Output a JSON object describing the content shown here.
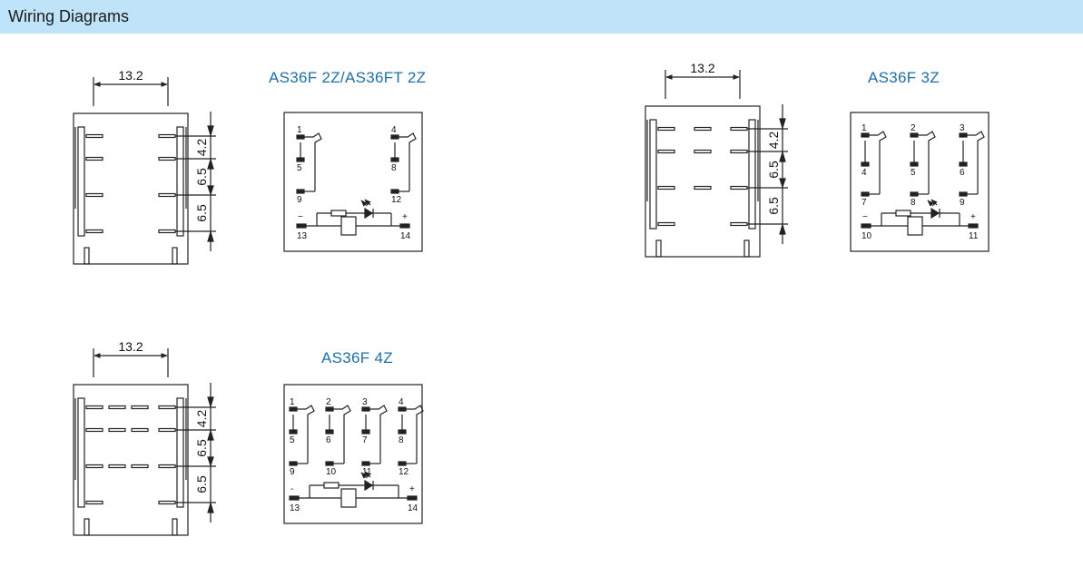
{
  "header": {
    "title": "Wiring Diagrams"
  },
  "colors": {
    "header_bg": "#bfe4f9",
    "title_blue": "#1f6fa7",
    "line": "#222222"
  },
  "diagrams": [
    {
      "model": "AS36F 2Z/AS36FT 2Z",
      "width_dim": "13.2",
      "pitch_dims": [
        "4.2",
        "6.5",
        "6.5"
      ],
      "terminals": {
        "contacts": [
          "1",
          "5",
          "9",
          "4",
          "8",
          "12"
        ],
        "coil_minus": "13",
        "coil_plus": "14"
      },
      "coil_signs": [
        "−",
        "+"
      ]
    },
    {
      "model": "AS36F 3Z",
      "width_dim": "13.2",
      "pitch_dims": [
        "4.2",
        "6.5",
        "6.5"
      ],
      "terminals": {
        "contacts": [
          "1",
          "4",
          "7",
          "2",
          "5",
          "8",
          "3",
          "6",
          "9"
        ],
        "coil_minus": "10",
        "coil_plus": "11"
      },
      "coil_signs": [
        "−",
        "+"
      ]
    },
    {
      "model": "AS36F 4Z",
      "width_dim": "13.2",
      "pitch_dims": [
        "4.2",
        "6.5",
        "6.5"
      ],
      "terminals": {
        "contacts": [
          "1",
          "5",
          "9",
          "2",
          "6",
          "10",
          "3",
          "7",
          "11",
          "4",
          "8",
          "12"
        ],
        "coil_minus": "13",
        "coil_plus": "14"
      },
      "coil_signs": [
        "-",
        "+"
      ]
    }
  ]
}
